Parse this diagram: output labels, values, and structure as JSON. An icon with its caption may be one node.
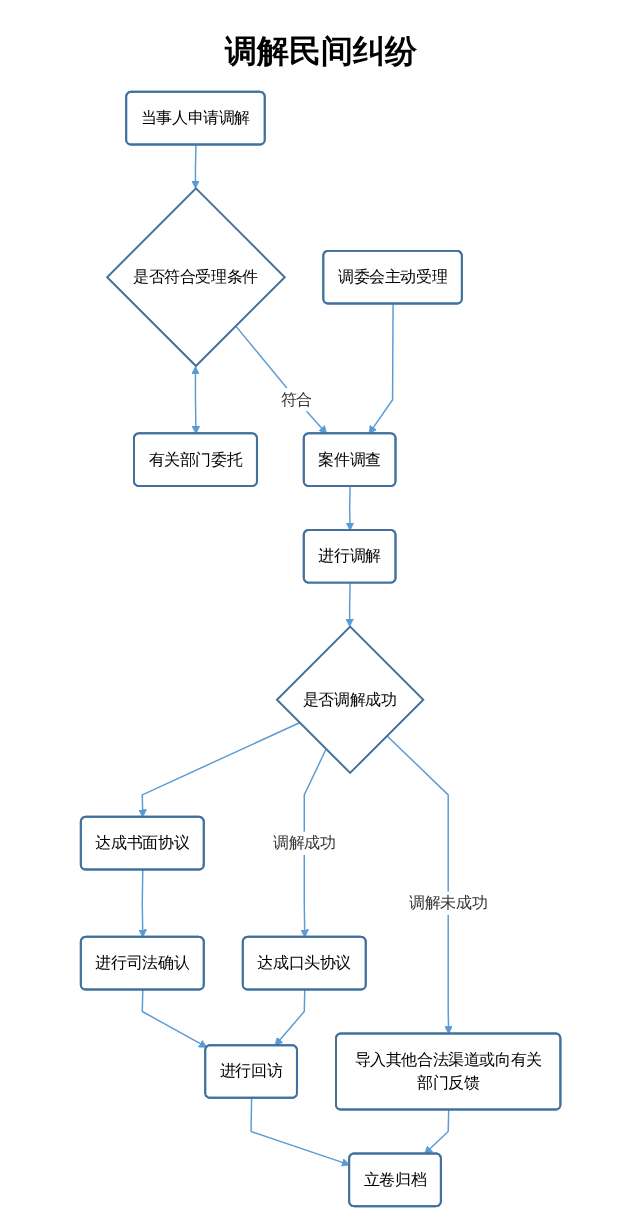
{
  "diagram": {
    "title": "调解民间纠纷",
    "nodes": [
      {
        "text": [
          "当事人申请调解"
        ]
      },
      {
        "text": [
          "调委会主动受理"
        ]
      },
      {
        "text": [
          "有关部门委托"
        ]
      },
      {
        "text": [
          "是否符合受理条件"
        ]
      },
      {
        "text": [
          "案件调查"
        ]
      },
      {
        "text": [
          "进行调解"
        ]
      },
      {
        "text": [
          "是否调解成功"
        ]
      },
      {
        "text": [
          "导入其他合法渠道或向有关部门反馈"
        ]
      },
      {
        "text": [
          "达成口头协议"
        ]
      },
      {
        "text": [
          "达成书面协议"
        ]
      },
      {
        "text": [
          "进行司法确认"
        ]
      },
      {
        "text": [
          "进行回访"
        ]
      },
      {
        "text": [
          "立卷归档"
        ]
      }
    ],
    "edges": [
      {
        "from": 0,
        "to": 3,
        "arrow": "to"
      },
      {
        "from": 3,
        "to": 2,
        "arrow": "both"
      },
      {
        "from": 1,
        "to": 4,
        "arrow": "to"
      },
      {
        "from": 3,
        "to": 4,
        "arrow": "to",
        "label": "符合"
      },
      {
        "from": 4,
        "to": 5,
        "arrow": "to"
      },
      {
        "from": 5,
        "to": 6,
        "arrow": "to"
      },
      {
        "from": 6,
        "to": 7,
        "arrow": "to",
        "label": "调解未成功"
      },
      {
        "from": 6,
        "to": 8,
        "arrow": "to",
        "label": "调解成功"
      },
      {
        "from": 6,
        "to": 9,
        "arrow": "to"
      },
      {
        "from": 9,
        "to": 10,
        "arrow": "to"
      },
      {
        "from": 8,
        "to": 11,
        "arrow": "to"
      },
      {
        "from": 10,
        "to": 11,
        "arrow": "to"
      },
      {
        "from": 7,
        "to": 12,
        "arrow": "to"
      },
      {
        "from": 11,
        "to": 12,
        "arrow": "to"
      }
    ]
  }
}
